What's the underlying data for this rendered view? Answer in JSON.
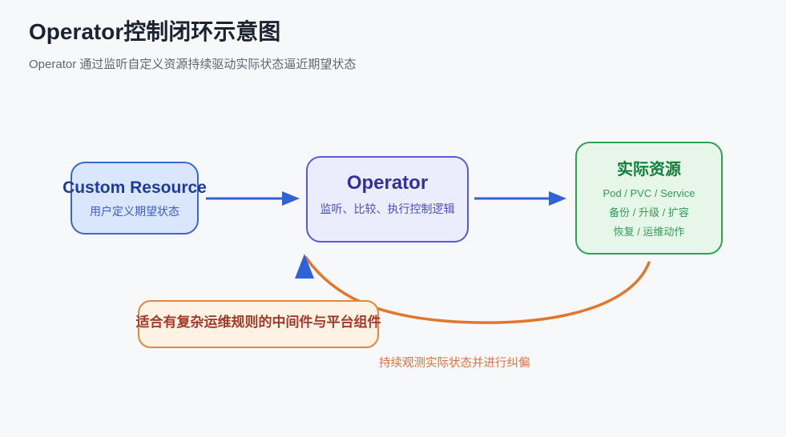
{
  "page": {
    "title": "Operator控制闭环示意图",
    "subtitle": "Operator 通过监听自定义资源持续驱动实际状态逼近期望状态"
  },
  "nodes": {
    "custom_resource": {
      "title": "Custom Resource",
      "desc": "用户定义期望状态"
    },
    "operator": {
      "title": "Operator",
      "desc": "监听、比较、执行控制逻辑"
    },
    "actual_resources": {
      "title": "实际资源",
      "lines": [
        "Pod / PVC / Service",
        "备份 / 升级 / 扩容",
        "恢复 / 运维动作"
      ]
    },
    "note": {
      "text": "适合有复杂运维规则的中间件与平台组件"
    }
  },
  "edges": {
    "forward_1": "custom_resource -> operator",
    "forward_2": "operator -> actual_resources",
    "feedback_label": "持续观测实际状态并进行纠偏"
  },
  "colors": {
    "background": "#f7f8fa",
    "arrow_blue": "#2e62d8",
    "feedback_orange": "#e2762b",
    "custom_resource_border": "#3a66cf",
    "custom_resource_fill": "#d9e6fb",
    "operator_border": "#5a58dd",
    "operator_fill": "#ecedfc",
    "actual_border": "#2da252",
    "actual_fill": "#e6f6e9",
    "note_border": "#df883e",
    "note_fill": "#fdf2e3"
  }
}
